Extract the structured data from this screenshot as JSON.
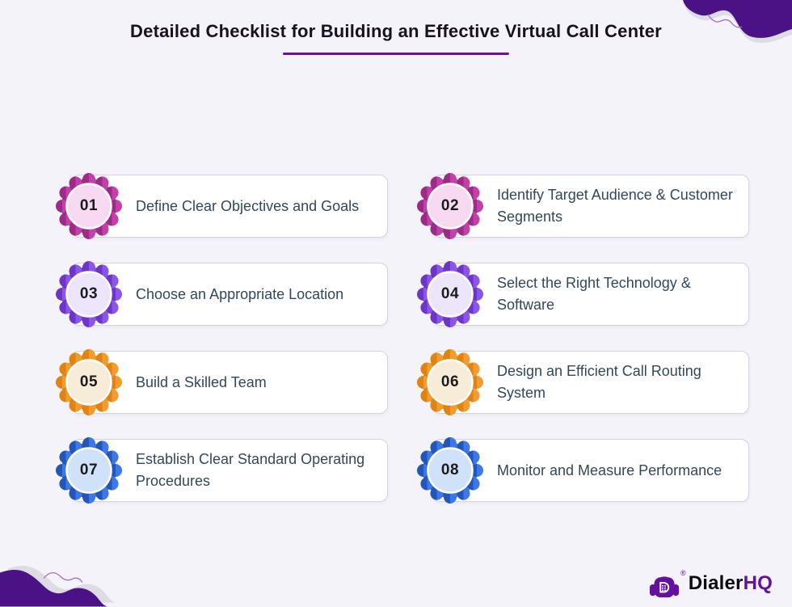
{
  "page": {
    "background_color": "#f5f3fa",
    "title": "Detailed Checklist for Building an Effective Virtual Call Center",
    "underline_color": "#6b109f"
  },
  "checklist": {
    "items": [
      {
        "number": "01",
        "label": "Define Clear Objectives and Goals",
        "badge_colors": {
          "dark": "#9c2b87",
          "light": "#c33fa9",
          "inner": "#f7d9f1"
        }
      },
      {
        "number": "02",
        "label": "Identify Target Audience & Customer Segments",
        "badge_colors": {
          "dark": "#9c2b87",
          "light": "#c33fa9",
          "inner": "#f7d9f1"
        }
      },
      {
        "number": "03",
        "label": "Choose an Appropriate Location",
        "badge_colors": {
          "dark": "#6d34c8",
          "light": "#8a55e8",
          "inner": "#ece5fc"
        }
      },
      {
        "number": "04",
        "label": "Select the Right Technology & Software",
        "badge_colors": {
          "dark": "#6d34c8",
          "light": "#8a55e8",
          "inner": "#ece5fc"
        }
      },
      {
        "number": "05",
        "label": "Build a Skilled Team",
        "badge_colors": {
          "dark": "#e08312",
          "light": "#f39c2d",
          "inner": "#f7ecd8"
        }
      },
      {
        "number": "06",
        "label": "Design an Efficient Call Routing System",
        "badge_colors": {
          "dark": "#e08312",
          "light": "#f39c2d",
          "inner": "#f7ecd8"
        }
      },
      {
        "number": "07",
        "label": "Establish Clear Standard Operating Procedures",
        "badge_colors": {
          "dark": "#2356b8",
          "light": "#3d78e8",
          "inner": "#cfe2fa"
        }
      },
      {
        "number": "08",
        "label": "Monitor and Measure Performance",
        "badge_colors": {
          "dark": "#2356b8",
          "light": "#3d78e8",
          "inner": "#cfe2fa"
        }
      }
    ]
  },
  "decor": {
    "blob_color": "#4b1285",
    "shadow_color": "#dddbe3",
    "squiggle_color": "#a86fc4"
  },
  "footer": {
    "brand_part1": "Dialer",
    "brand_part2": "HQ",
    "registered_mark": "®",
    "brand_color": "#65119e",
    "logo_icon": "dialerhq-headset-dialer-icon"
  }
}
